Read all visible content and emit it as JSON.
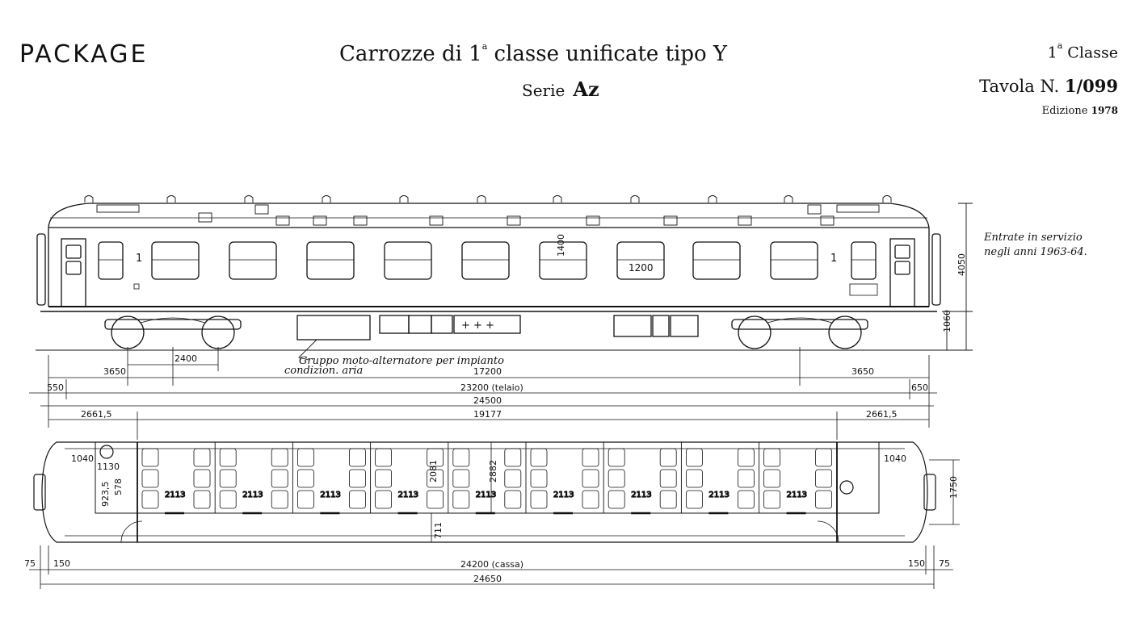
{
  "header": {
    "brand": "PACKAGE",
    "title_pre": "Carrozze di 1",
    "title_sup": "a",
    "title_post": " classe unificate tipo Y",
    "serie_label": "Serie",
    "serie_value": "Az",
    "class_pre": "1",
    "class_sup": "a",
    "class_post": " Classe",
    "tavola_label": "Tavola N.",
    "tavola_value": "1/099",
    "edizione_label": "Edizione",
    "edizione_value": "1978"
  },
  "side_view": {
    "class_mark": "1",
    "window_num_left": "1400",
    "window_num_center": "1200",
    "note_service": [
      "Entrate in servizio",
      "negli anni 1963-64."
    ],
    "note_gruppo": [
      "Gruppo moto-alternatore per impianto",
      "condizion. aria"
    ]
  },
  "dimensions": {
    "height_total": "4050",
    "floor_height": "1060",
    "bogie_wheelbase": "2400",
    "bogie_left": "3650",
    "bogie_center": "17200",
    "bogie_right": "3650",
    "overhang_left": "550",
    "frame_length": "23200 (telaio)",
    "overhang_right": "650",
    "length_buffers": "24500",
    "vest_left": "2661,5",
    "saloon_length": "19177",
    "vest_right": "2661,5",
    "toilet_l1": "1040",
    "toilet_l2": "1130",
    "toilet_l3": "923,5",
    "toilet_l4": "578",
    "toilet_r1": "1040",
    "compartment": "2113",
    "aisle_width": "711",
    "body_width": "2882",
    "seat_width": "2081",
    "door_width": "1750",
    "bottom_left_a": "75",
    "bottom_left_b": "150",
    "body_length": "24200 (cassa)",
    "bottom_right_b": "150",
    "bottom_right_a": "75",
    "total_length": "24650"
  }
}
